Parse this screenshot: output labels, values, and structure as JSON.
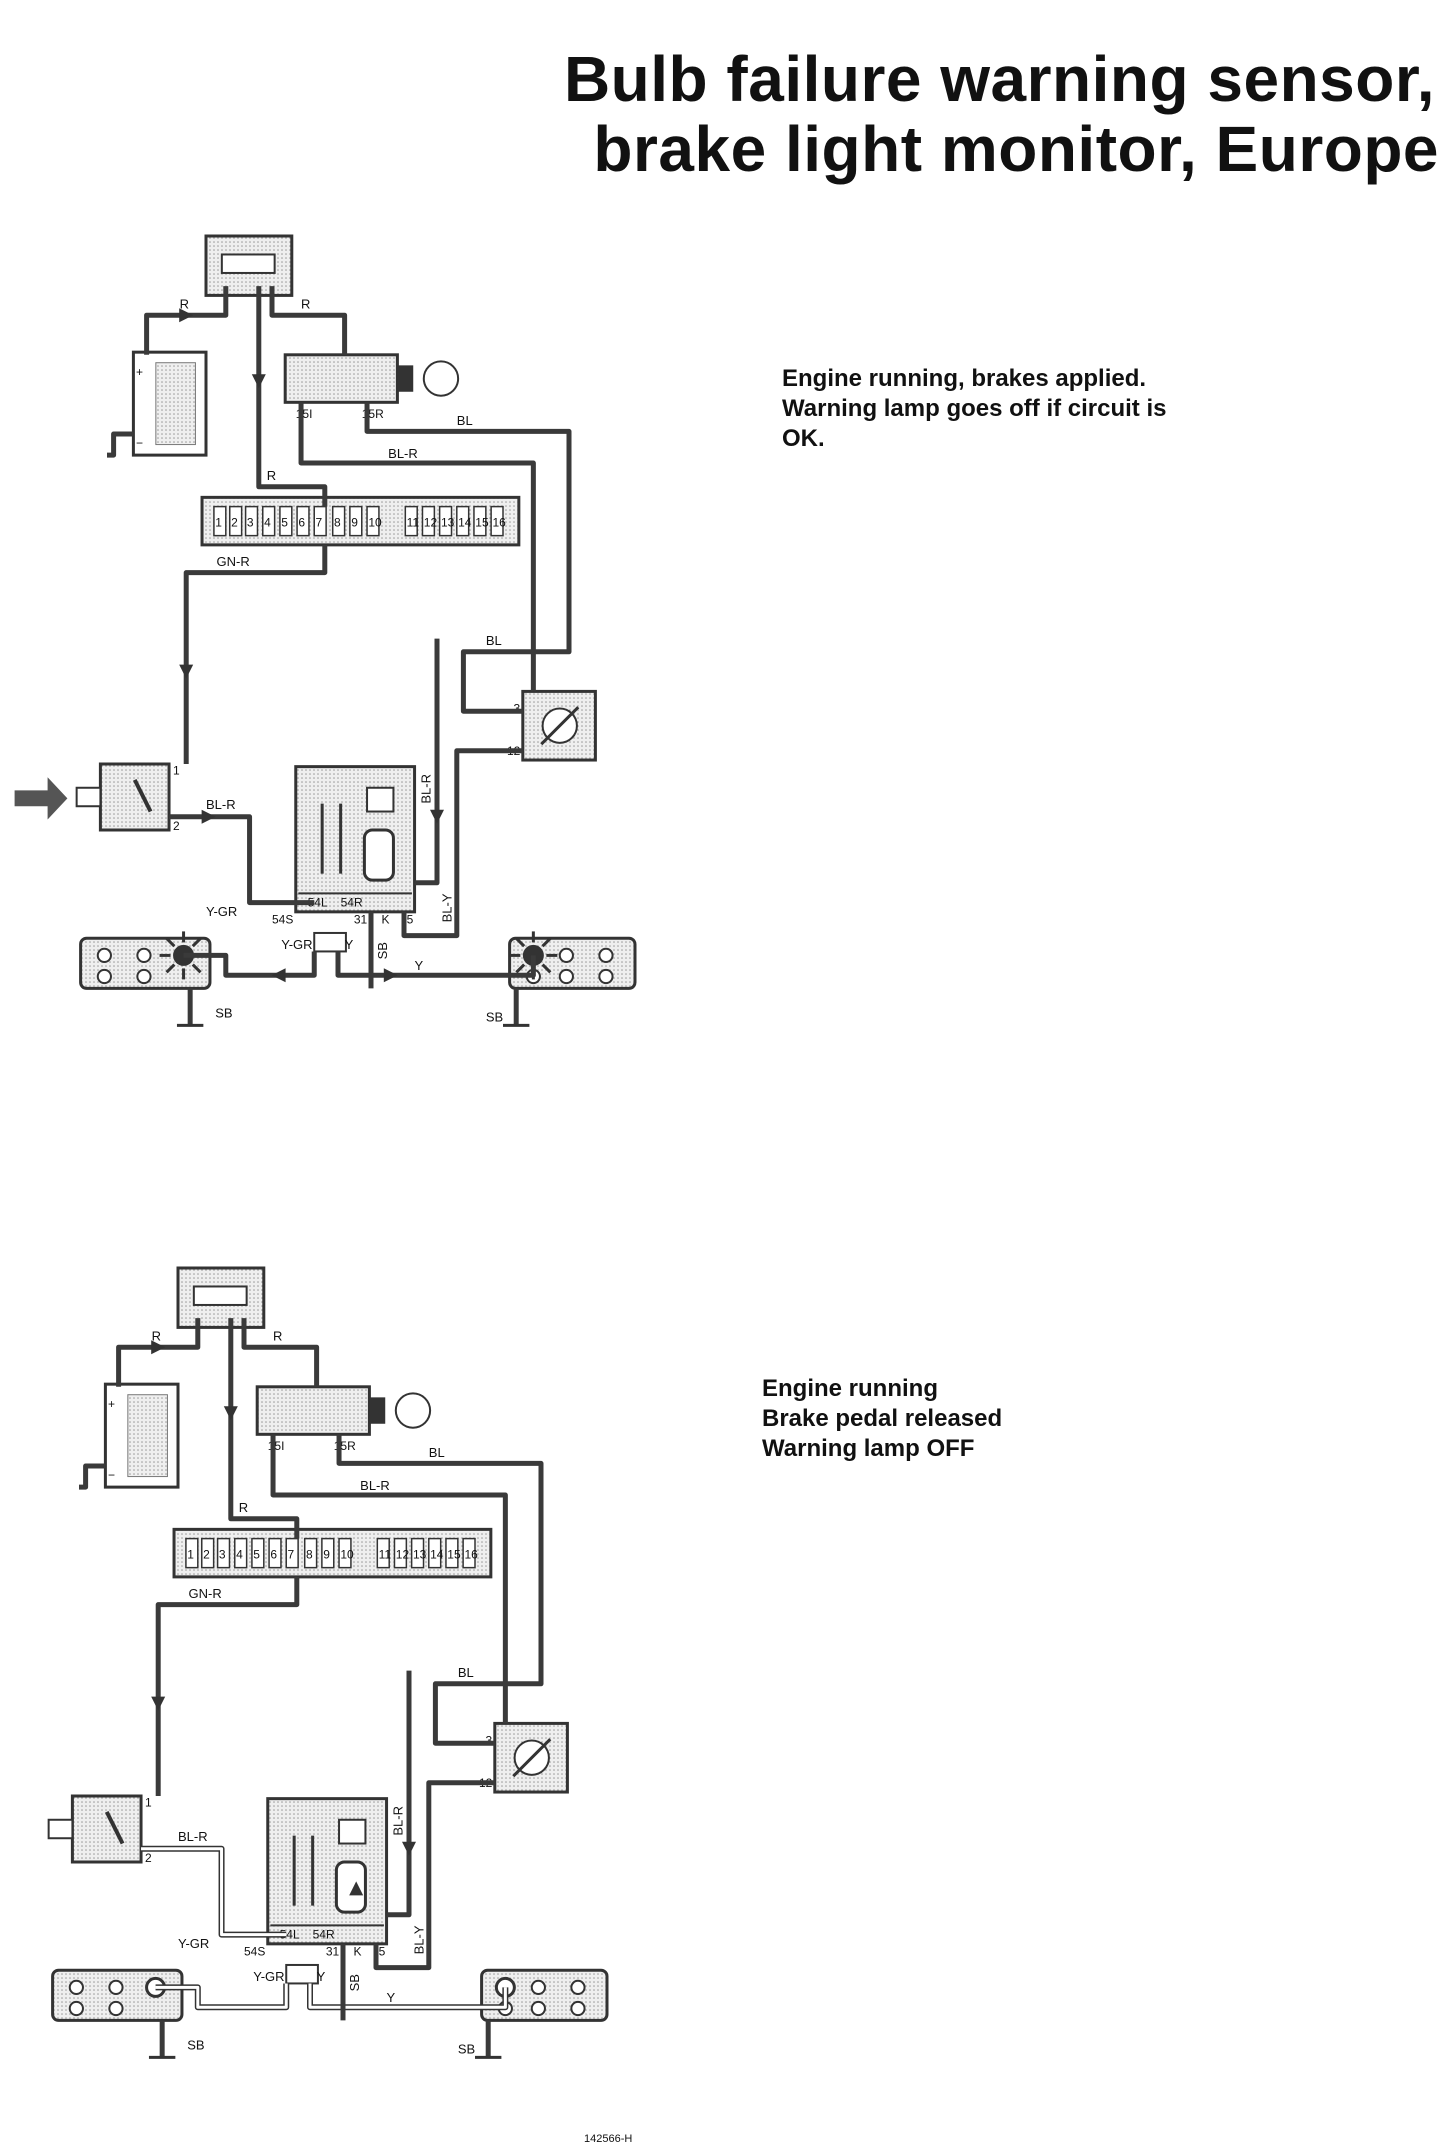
{
  "title": {
    "line1": "Bulb failure warning sensor,",
    "line2": "brake light monitor, Europe"
  },
  "diagram_top": {
    "caption": [
      "Engine running, brakes applied.",
      "Warning lamp goes off if circuit is",
      "OK."
    ]
  },
  "diagram_bottom": {
    "caption": [
      "Engine running",
      "Brake pedal released",
      "Warning lamp OFF"
    ]
  },
  "labels": {
    "wire_r": "R",
    "wire_bl": "BL",
    "wire_bl_r": "BL-R",
    "wire_gn_r": "GN-R",
    "wire_bl_y": "BL-Y",
    "wire_y_gr": "Y-GR",
    "wire_y": "Y",
    "wire_sb": "SB",
    "term_15i": "15I",
    "term_15r": "15R",
    "term_54s": "54S",
    "term_54l": "54L",
    "term_54r": "54R",
    "term_31": "31",
    "term_k": "K",
    "term_5": "5",
    "pin_1": "1",
    "pin_2": "2",
    "pin_3": "3",
    "pin_12": "12",
    "fuses": [
      "1",
      "2",
      "3",
      "4",
      "5",
      "6",
      "7",
      "8",
      "9",
      "10",
      "11",
      "12",
      "13",
      "14",
      "15",
      "16"
    ]
  },
  "reference_code": "142566-H"
}
